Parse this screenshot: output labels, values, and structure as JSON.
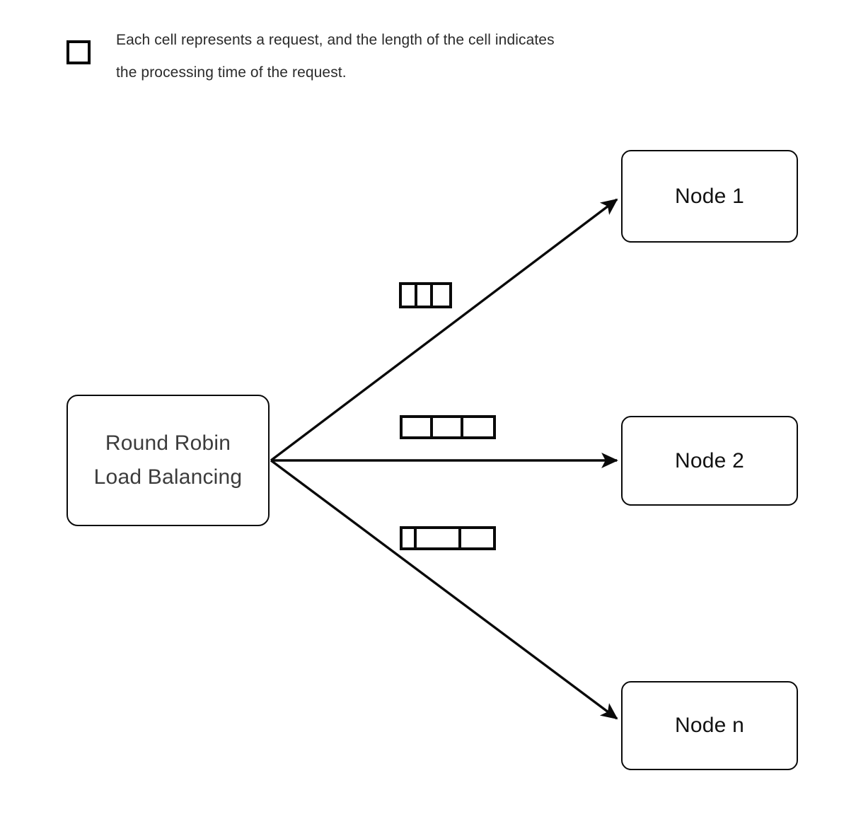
{
  "legend": {
    "icon": "square-outline-icon",
    "text": "Each cell represents a request, and the length of the cell indicates\nthe processing time of the request."
  },
  "source": {
    "name": "round-robin-load-balancing",
    "line1": "Round Robin",
    "line2": "Load Balancing",
    "text_color": "#3c3c3c",
    "border_color": "#0a0a0a"
  },
  "nodes": [
    {
      "id": "node-1",
      "label": "Node 1"
    },
    {
      "id": "node-2",
      "label": "Node 2"
    },
    {
      "id": "node-n",
      "label": "Node n"
    }
  ],
  "request_queues": [
    {
      "id": "queue-node-1",
      "target": "Node 1",
      "cell_count": 3,
      "cell_widths": [
        22,
        22,
        23
      ]
    },
    {
      "id": "queue-node-2",
      "target": "Node 2",
      "cell_count": 3,
      "cell_widths": [
        43,
        43,
        42
      ]
    },
    {
      "id": "queue-node-n",
      "target": "Node n",
      "cell_count": 3,
      "cell_widths": [
        20,
        63,
        45
      ]
    }
  ],
  "edges": [
    {
      "id": "edge-to-node-1",
      "from": "Round Robin Load Balancing",
      "to": "Node 1"
    },
    {
      "id": "edge-to-node-2",
      "from": "Round Robin Load Balancing",
      "to": "Node 2"
    },
    {
      "id": "edge-to-node-n",
      "from": "Round Robin Load Balancing",
      "to": "Node n"
    }
  ],
  "colors": {
    "background": "#ffffff",
    "stroke": "#0a0a0a",
    "node_text": "#121212",
    "legend_text": "#2b2b2b"
  }
}
